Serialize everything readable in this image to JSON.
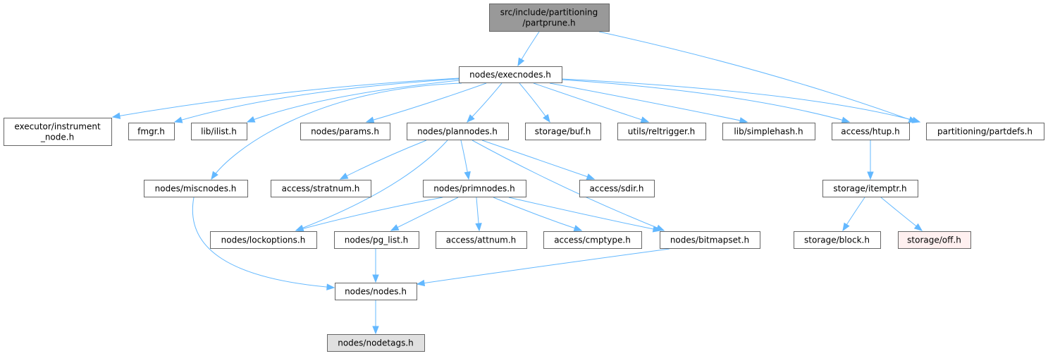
{
  "title": "src/include/partitioning/partprune.h include dependency graph",
  "colors": {
    "edge": "#63b8ff",
    "root_fill": "#999999",
    "default_fill": "#ffffff",
    "missing_fill": "#e0e0e0",
    "error_fill": "#fff0f0",
    "error_stroke": "#ff0000",
    "node_stroke": "#666666"
  },
  "nodes": [
    {
      "id": "partprune",
      "lines": [
        "src/include/partitioning",
        "/partprune.h"
      ],
      "kind": "root"
    },
    {
      "id": "execnodes",
      "lines": [
        "nodes/execnodes.h"
      ],
      "kind": "default"
    },
    {
      "id": "instrument",
      "lines": [
        "executor/instrument",
        "_node.h"
      ],
      "kind": "default"
    },
    {
      "id": "fmgr",
      "lines": [
        "fmgr.h"
      ],
      "kind": "default"
    },
    {
      "id": "ilist",
      "lines": [
        "lib/ilist.h"
      ],
      "kind": "default"
    },
    {
      "id": "params",
      "lines": [
        "nodes/params.h"
      ],
      "kind": "default"
    },
    {
      "id": "plannodes",
      "lines": [
        "nodes/plannodes.h"
      ],
      "kind": "default"
    },
    {
      "id": "buf",
      "lines": [
        "storage/buf.h"
      ],
      "kind": "default"
    },
    {
      "id": "reltrigger",
      "lines": [
        "utils/reltrigger.h"
      ],
      "kind": "default"
    },
    {
      "id": "simplehash",
      "lines": [
        "lib/simplehash.h"
      ],
      "kind": "default"
    },
    {
      "id": "htup",
      "lines": [
        "access/htup.h"
      ],
      "kind": "default"
    },
    {
      "id": "partdefs",
      "lines": [
        "partitioning/partdefs.h"
      ],
      "kind": "default"
    },
    {
      "id": "miscnodes",
      "lines": [
        "nodes/miscnodes.h"
      ],
      "kind": "default"
    },
    {
      "id": "stratnum",
      "lines": [
        "access/stratnum.h"
      ],
      "kind": "default"
    },
    {
      "id": "primnodes",
      "lines": [
        "nodes/primnodes.h"
      ],
      "kind": "default"
    },
    {
      "id": "sdir",
      "lines": [
        "access/sdir.h"
      ],
      "kind": "default"
    },
    {
      "id": "itemptr",
      "lines": [
        "storage/itemptr.h"
      ],
      "kind": "default"
    },
    {
      "id": "lockoptions",
      "lines": [
        "nodes/lockoptions.h"
      ],
      "kind": "default"
    },
    {
      "id": "pg_list",
      "lines": [
        "nodes/pg_list.h"
      ],
      "kind": "default"
    },
    {
      "id": "attnum",
      "lines": [
        "access/attnum.h"
      ],
      "kind": "default"
    },
    {
      "id": "cmptype",
      "lines": [
        "access/cmptype.h"
      ],
      "kind": "default"
    },
    {
      "id": "bitmapset",
      "lines": [
        "nodes/bitmapset.h"
      ],
      "kind": "default"
    },
    {
      "id": "block",
      "lines": [
        "storage/block.h"
      ],
      "kind": "default"
    },
    {
      "id": "off",
      "lines": [
        "storage/off.h"
      ],
      "kind": "error"
    },
    {
      "id": "nodes",
      "lines": [
        "nodes/nodes.h"
      ],
      "kind": "default"
    },
    {
      "id": "nodetags",
      "lines": [
        "nodes/nodetags.h"
      ],
      "kind": "missing"
    }
  ],
  "edges": [
    [
      "partprune",
      "execnodes"
    ],
    [
      "partprune",
      "partdefs"
    ],
    [
      "execnodes",
      "instrument"
    ],
    [
      "execnodes",
      "fmgr"
    ],
    [
      "execnodes",
      "ilist"
    ],
    [
      "execnodes",
      "miscnodes"
    ],
    [
      "execnodes",
      "params"
    ],
    [
      "execnodes",
      "plannodes"
    ],
    [
      "execnodes",
      "buf"
    ],
    [
      "execnodes",
      "reltrigger"
    ],
    [
      "execnodes",
      "simplehash"
    ],
    [
      "execnodes",
      "htup"
    ],
    [
      "execnodes",
      "partdefs"
    ],
    [
      "plannodes",
      "stratnum"
    ],
    [
      "plannodes",
      "lockoptions"
    ],
    [
      "plannodes",
      "primnodes"
    ],
    [
      "plannodes",
      "bitmapset"
    ],
    [
      "plannodes",
      "sdir"
    ],
    [
      "htup",
      "itemptr"
    ],
    [
      "miscnodes",
      "nodes"
    ],
    [
      "primnodes",
      "lockoptions"
    ],
    [
      "primnodes",
      "pg_list"
    ],
    [
      "primnodes",
      "attnum"
    ],
    [
      "primnodes",
      "cmptype"
    ],
    [
      "primnodes",
      "bitmapset"
    ],
    [
      "itemptr",
      "block"
    ],
    [
      "itemptr",
      "off"
    ],
    [
      "pg_list",
      "nodes"
    ],
    [
      "bitmapset",
      "nodes"
    ],
    [
      "nodes",
      "nodetags"
    ]
  ]
}
